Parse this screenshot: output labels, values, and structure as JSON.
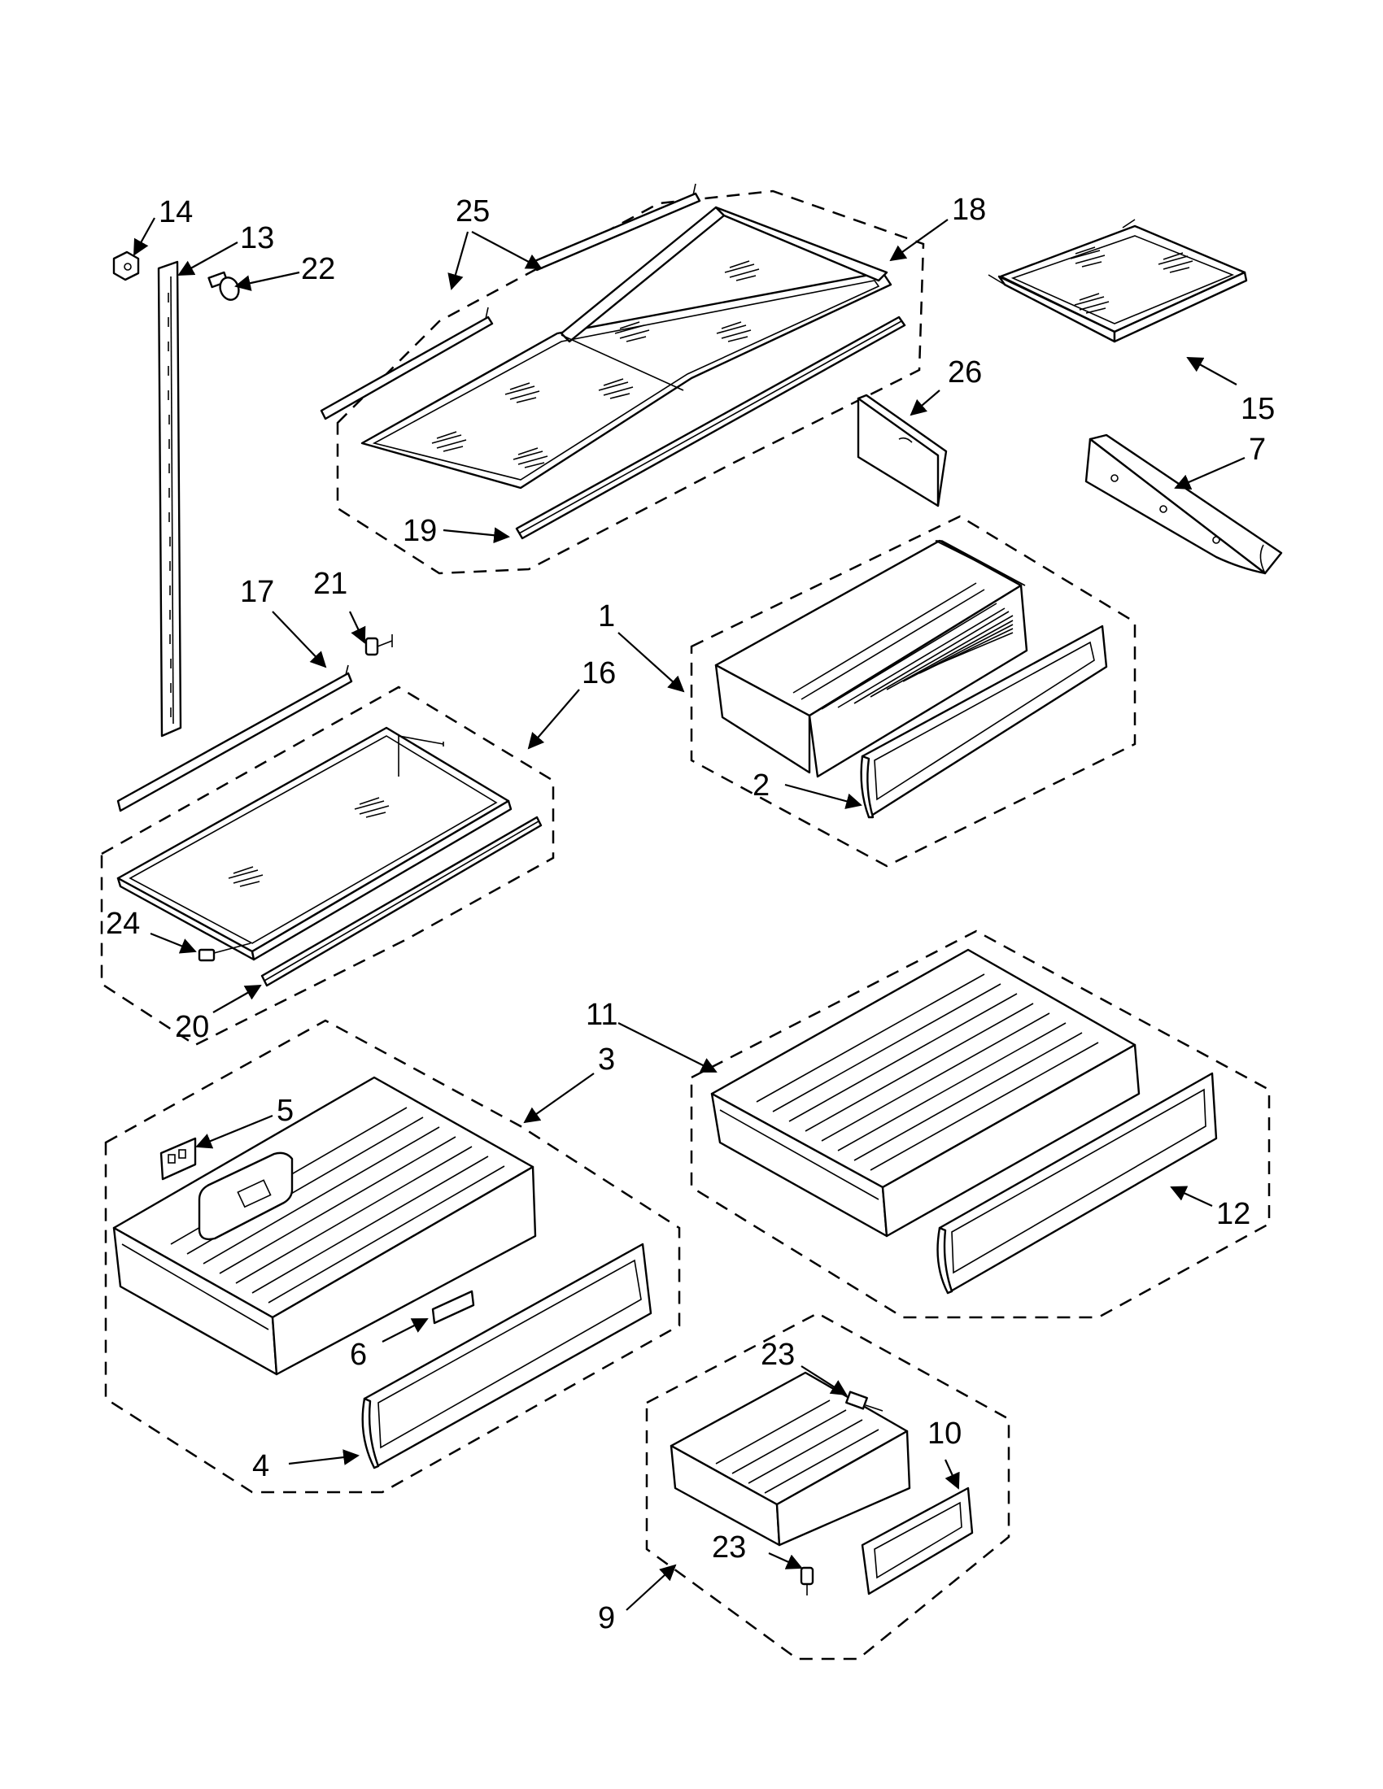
{
  "diagram": {
    "callouts": [
      {
        "id": "c14",
        "label": "14"
      },
      {
        "id": "c13",
        "label": "13"
      },
      {
        "id": "c22",
        "label": "22"
      },
      {
        "id": "c25",
        "label": "25"
      },
      {
        "id": "c18",
        "label": "18"
      },
      {
        "id": "c15",
        "label": "15"
      },
      {
        "id": "c26",
        "label": "26"
      },
      {
        "id": "c7",
        "label": "7"
      },
      {
        "id": "c19",
        "label": "19"
      },
      {
        "id": "c17",
        "label": "17"
      },
      {
        "id": "c21",
        "label": "21"
      },
      {
        "id": "c16",
        "label": "16"
      },
      {
        "id": "c1",
        "label": "1"
      },
      {
        "id": "c2",
        "label": "2"
      },
      {
        "id": "c24",
        "label": "24"
      },
      {
        "id": "c20",
        "label": "20"
      },
      {
        "id": "c11",
        "label": "11"
      },
      {
        "id": "c3",
        "label": "3"
      },
      {
        "id": "c5",
        "label": "5"
      },
      {
        "id": "c12",
        "label": "12"
      },
      {
        "id": "c6",
        "label": "6"
      },
      {
        "id": "c4",
        "label": "4"
      },
      {
        "id": "c23a",
        "label": "23"
      },
      {
        "id": "c10",
        "label": "10"
      },
      {
        "id": "c23b",
        "label": "23"
      },
      {
        "id": "c9",
        "label": "9"
      }
    ]
  }
}
